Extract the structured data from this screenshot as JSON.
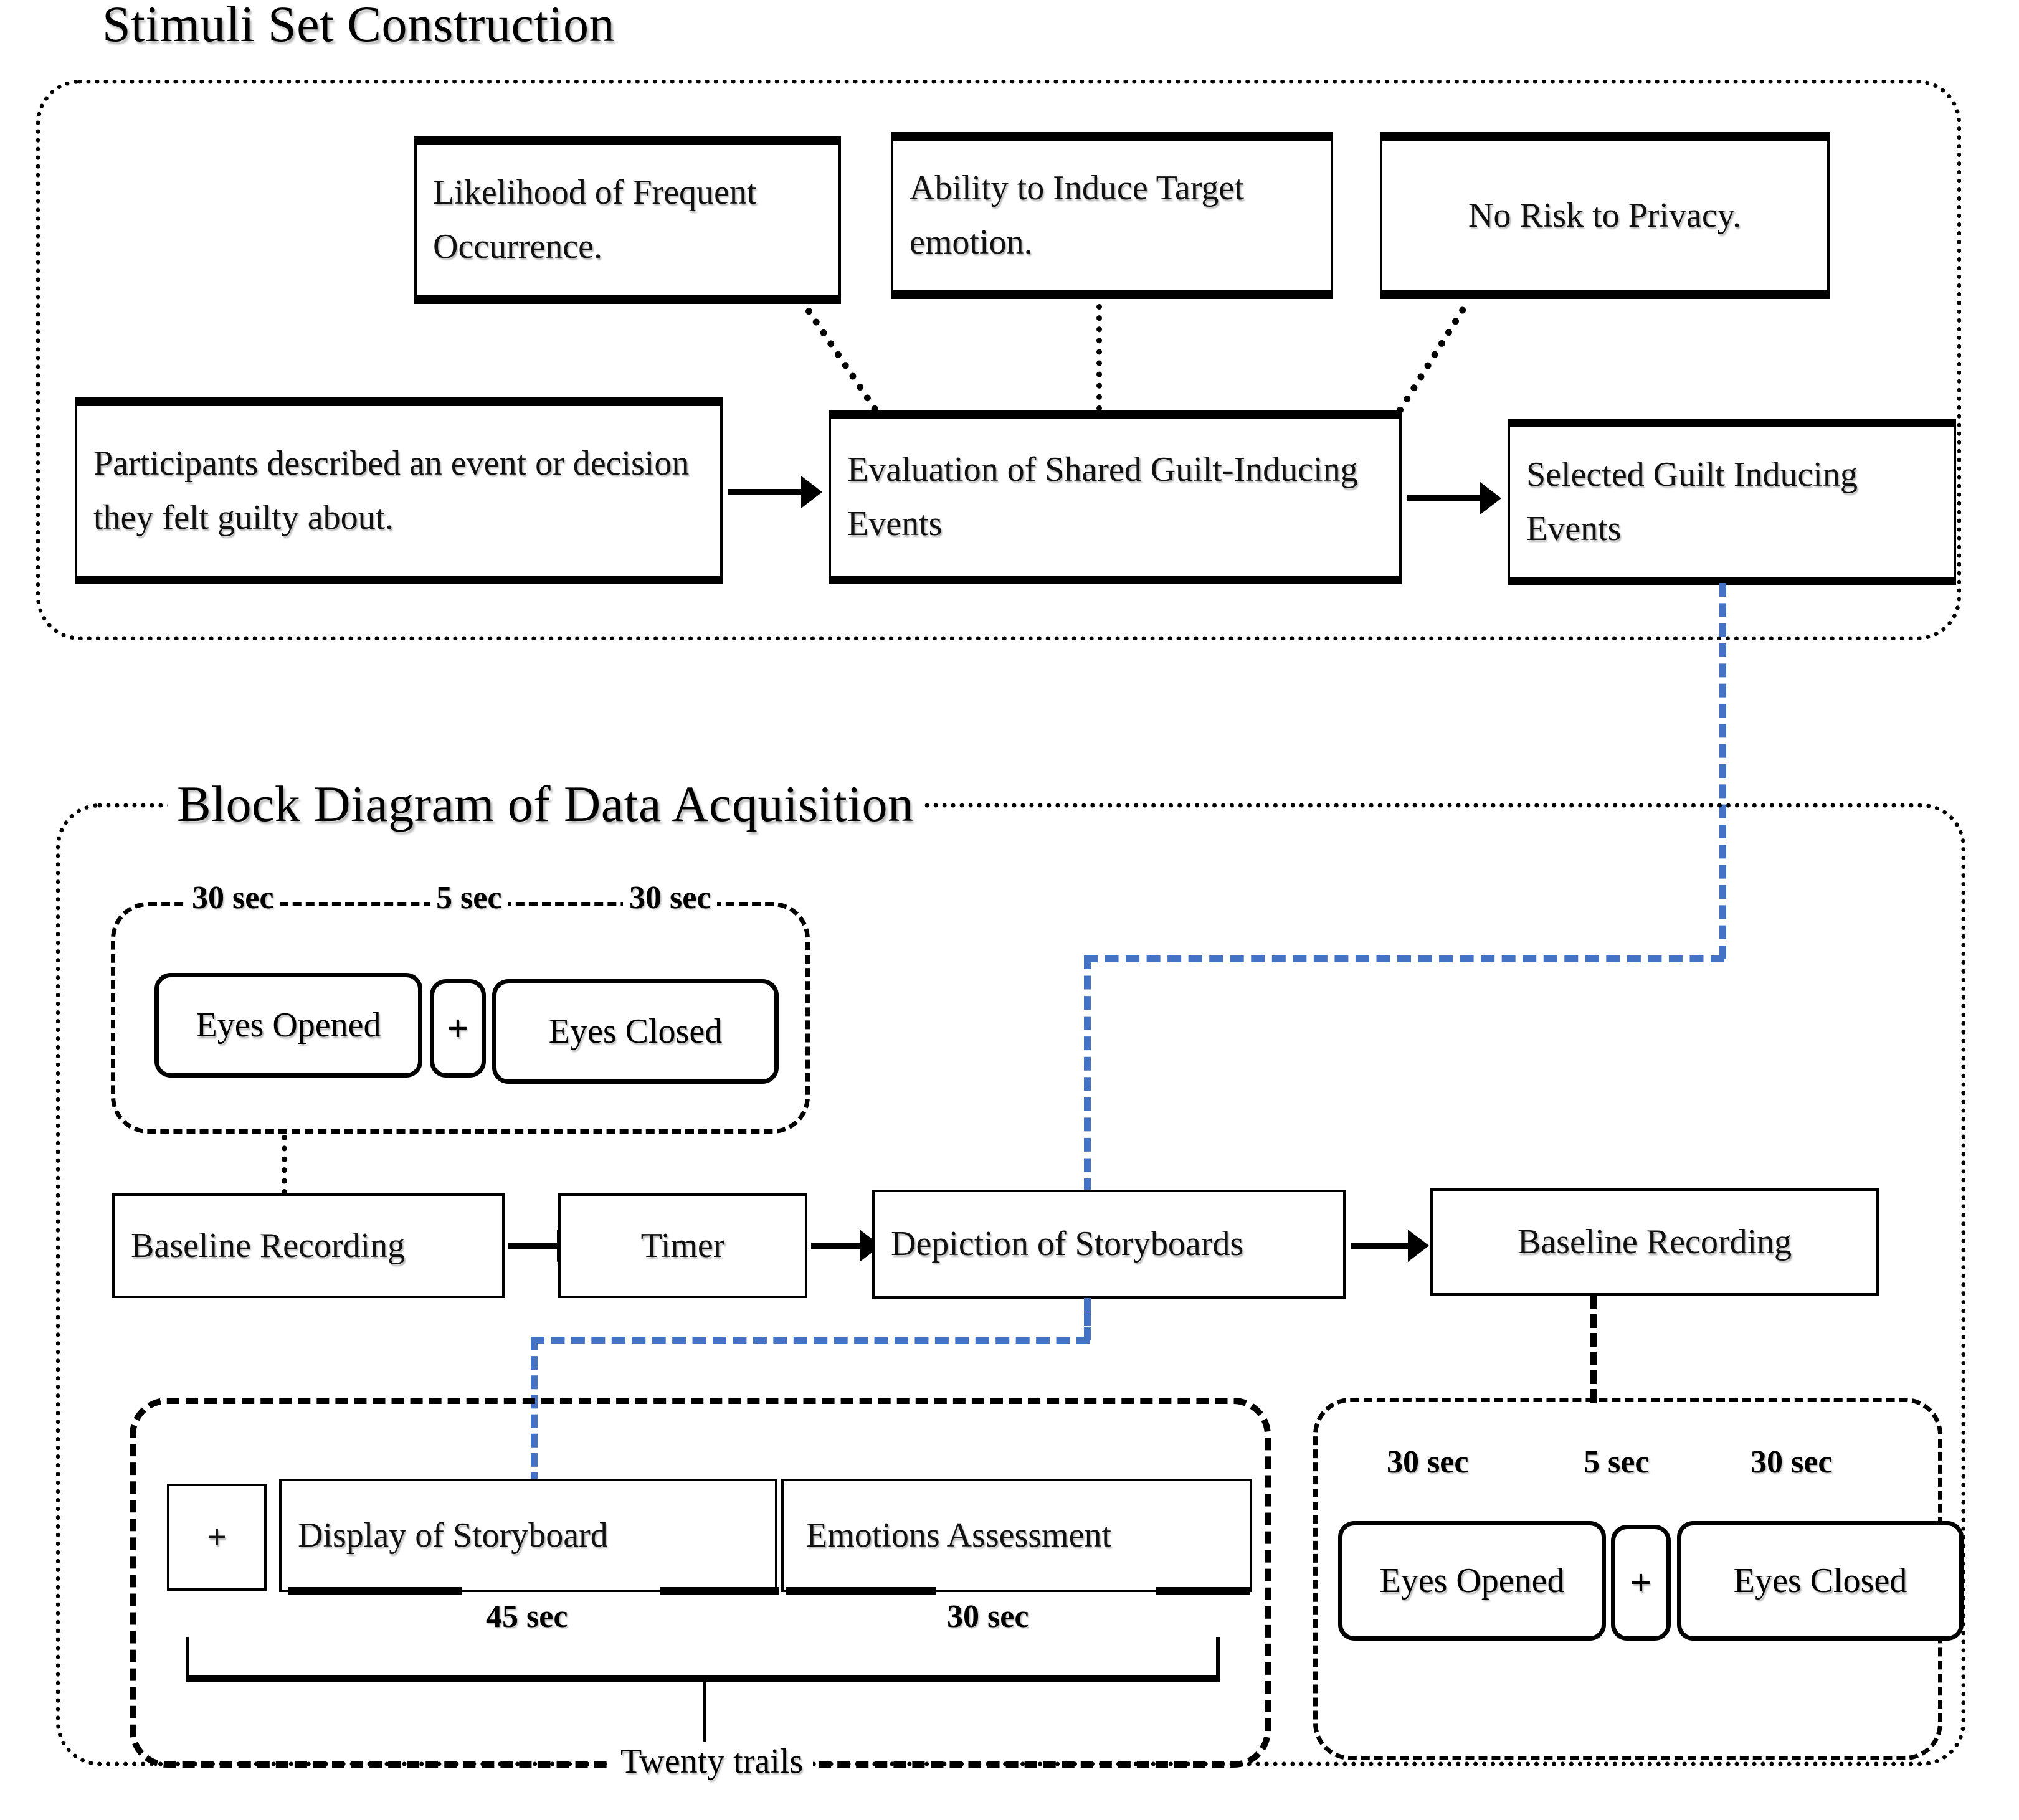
{
  "section1": {
    "title": "Stimuli Set Construction",
    "criteria": [
      "Likelihood of Frequent Occurrence.",
      "Ability to Induce Target emotion.",
      "No Risk to Privacy."
    ],
    "flow": [
      "Participants described an event or decision they felt guilty about.",
      "Evaluation of Shared Guilt-Inducing Events",
      "Selected Guilt Inducing Events"
    ]
  },
  "section2": {
    "title": "Block Diagram of Data Acquisition",
    "baseline_top": {
      "durations": [
        "30 sec",
        "5 sec",
        "30 sec"
      ],
      "blocks": [
        "Eyes Opened",
        "+",
        "Eyes Closed"
      ]
    },
    "pipeline": [
      "Baseline Recording",
      "Timer",
      "Depiction of Storyboards",
      "Baseline Recording"
    ],
    "trial_block": {
      "fixation": "+",
      "stimulus": "Display of Storyboard",
      "rating": "Emotions Assessment",
      "stimulus_duration": "45 sec",
      "rating_duration": "30 sec",
      "repeat_label": "Twenty trails"
    },
    "baseline_bottom": {
      "durations": [
        "30 sec",
        "5 sec",
        "30 sec"
      ],
      "blocks": [
        "Eyes Opened",
        "+",
        "Eyes Closed"
      ]
    }
  },
  "colors": {
    "stroke": "#000000",
    "accent_blue": "#4472C4",
    "background": "#ffffff"
  }
}
